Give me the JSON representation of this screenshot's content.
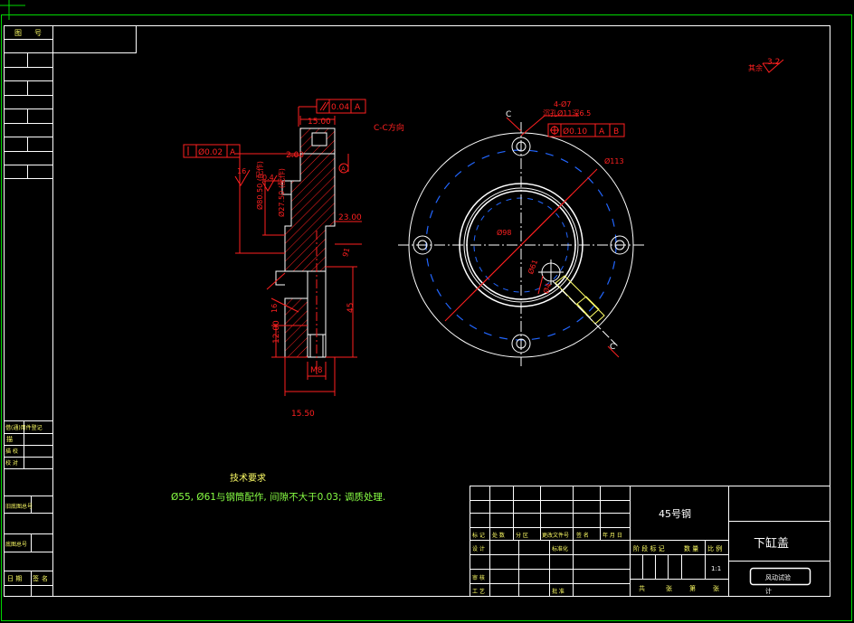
{
  "tech_req": {
    "title": "技术要求",
    "line1": "Ø55, Ø61与钢筒配作, 间隙不大于0.03; 调质处理."
  },
  "roughness_other": {
    "label": "其余",
    "value": "3.2"
  },
  "section": {
    "view_label": "C-C方向",
    "flat_tol": "Ø0.02",
    "flat_datum": "A",
    "perp_tol": "0.04",
    "perp_datum": "A",
    "datum_a": "A",
    "dims": {
      "d1500": "15.00",
      "d200": "2.00",
      "d2300": "23.00",
      "d45": "45",
      "d1200": "12.00",
      "d1550": "15.50",
      "d16a": "16",
      "d16b": "16",
      "d04": "0.4",
      "d91": "91",
      "dia80": "Ø80.50 (配作)",
      "dia27": "Ø27.50 (配作)",
      "m8": "M8"
    }
  },
  "plan": {
    "hole_note": "4-Ø7",
    "counterbore_note": "沉孔Ø11深6.5",
    "pos_tol": "Ø0.10",
    "pos_datum1": "A",
    "pos_datum2": "B",
    "dia113": "Ø113",
    "dia98": "Ø98",
    "dia_inner": "Ø61",
    "dia_side": "Ø4",
    "section_c_top": "C",
    "section_c_bottom": "C"
  },
  "left_strip": {
    "top_labels": [
      "图",
      "号"
    ],
    "mid_rows": [
      "借(通)用件登记",
      "描",
      "描 校",
      "校 对"
    ],
    "sig_rows": [
      "旧底图总号",
      "底图总号",
      "日 期"
    ],
    "sig_cols": [
      "签",
      "名"
    ]
  },
  "title_block": {
    "material": "45号钢",
    "part_name": "下缸盖",
    "rev_headers": [
      "标 记",
      "处 数",
      "分 区",
      "更改文件号",
      "签 名",
      "年 月 日"
    ],
    "role_rows": [
      "设 计",
      "审 核",
      "工 艺"
    ],
    "std_label": "标准化",
    "approve_label": "批 准",
    "stage_headers": [
      "阶 段 标 记",
      "数 量",
      "比 例"
    ],
    "scale": "1:1",
    "sheet_row": [
      "共",
      "张",
      "第",
      "张"
    ],
    "stamp": "风动试验",
    "stamp_sub": "计"
  },
  "colors": {
    "frame": "#00d800",
    "line": "#ffffff",
    "dim": "#ff2020",
    "center": "#ff2020",
    "hidden": "#2266ff",
    "text_yellow": "#ffff66",
    "text_green": "#88ff44",
    "hatch": "#ff2020"
  }
}
